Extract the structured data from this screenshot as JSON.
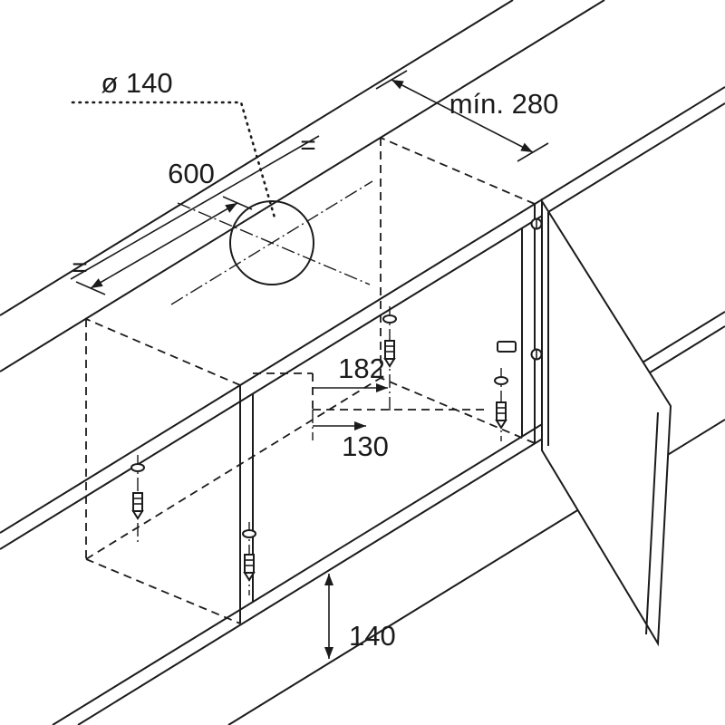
{
  "diagram": {
    "labels": {
      "hole_diameter": "ø 140",
      "min_clearance": "mín. 280",
      "cabinet_width": "600",
      "offset_182": "182",
      "offset_130": "130",
      "visor_height": "140",
      "equal_left": "=",
      "equal_top": "="
    },
    "colors": {
      "line": "#1b1b1b",
      "background": "#ffffff"
    }
  }
}
